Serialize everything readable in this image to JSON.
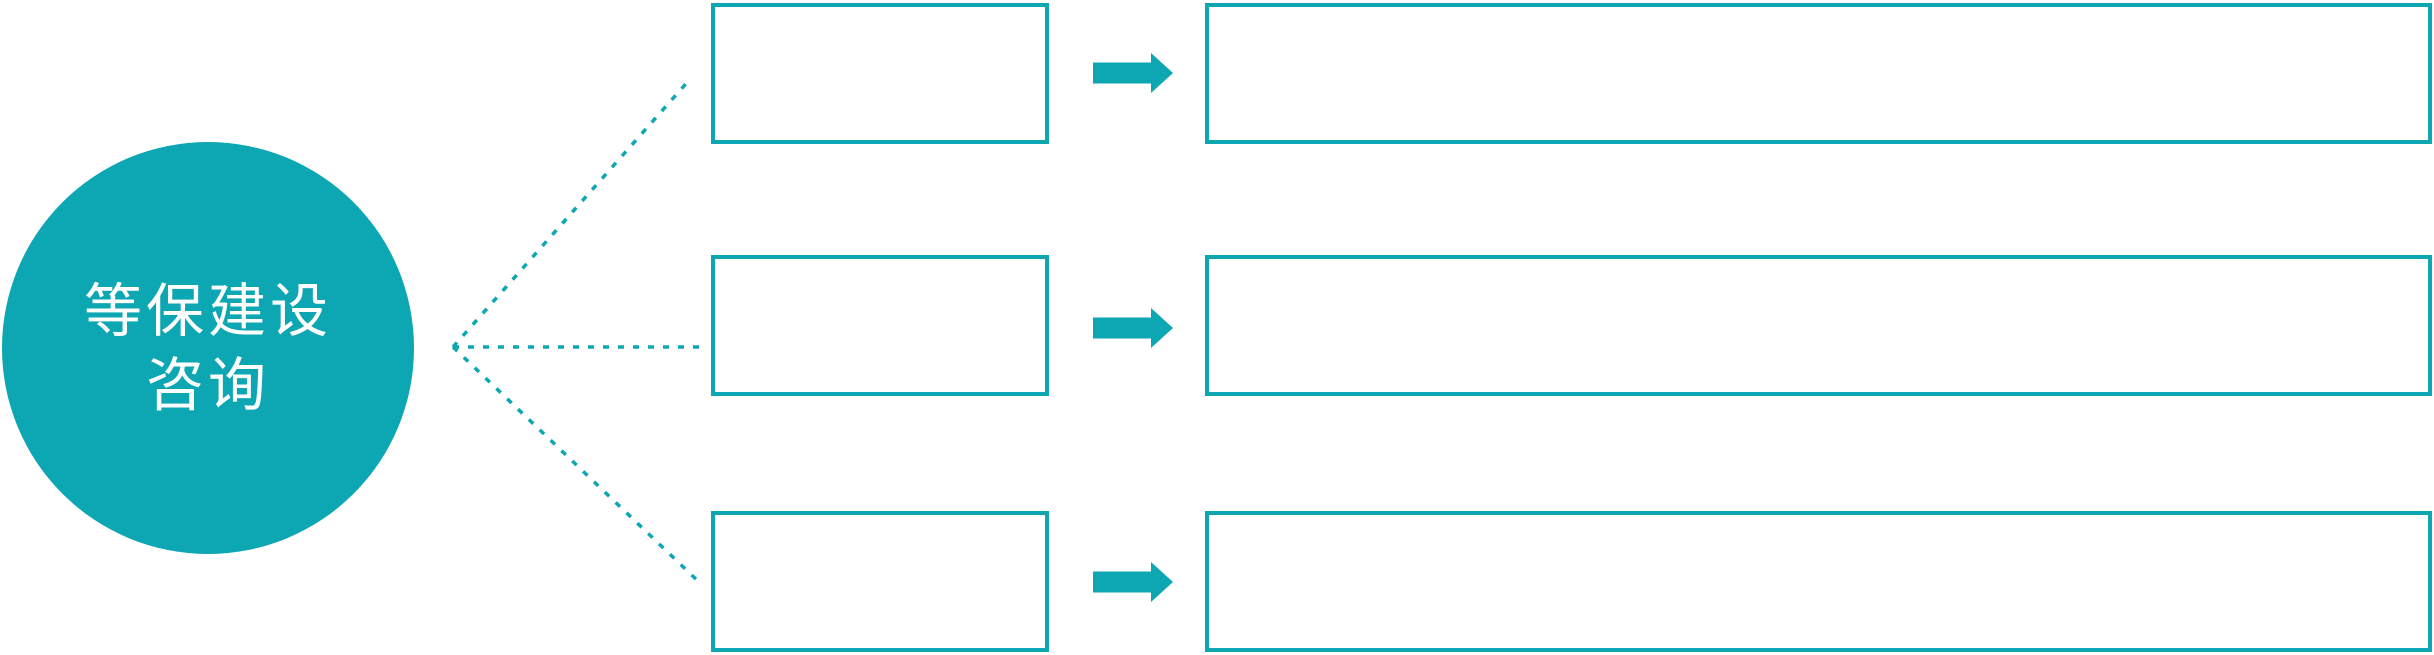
{
  "colors": {
    "accent": "#0ca7b3",
    "box_fill": "#ffffff",
    "page_bg": "#ffffff",
    "text_on_accent": "#ffffff"
  },
  "circle": {
    "label_line1": "等保建设",
    "label_line2": "咨询"
  },
  "rows": [
    {
      "category_label": "",
      "detail_label": ""
    },
    {
      "category_label": "",
      "detail_label": ""
    },
    {
      "category_label": "",
      "detail_label": ""
    }
  ],
  "icons": {
    "arrow": "right-block-arrow",
    "connector": "dashed-line"
  }
}
